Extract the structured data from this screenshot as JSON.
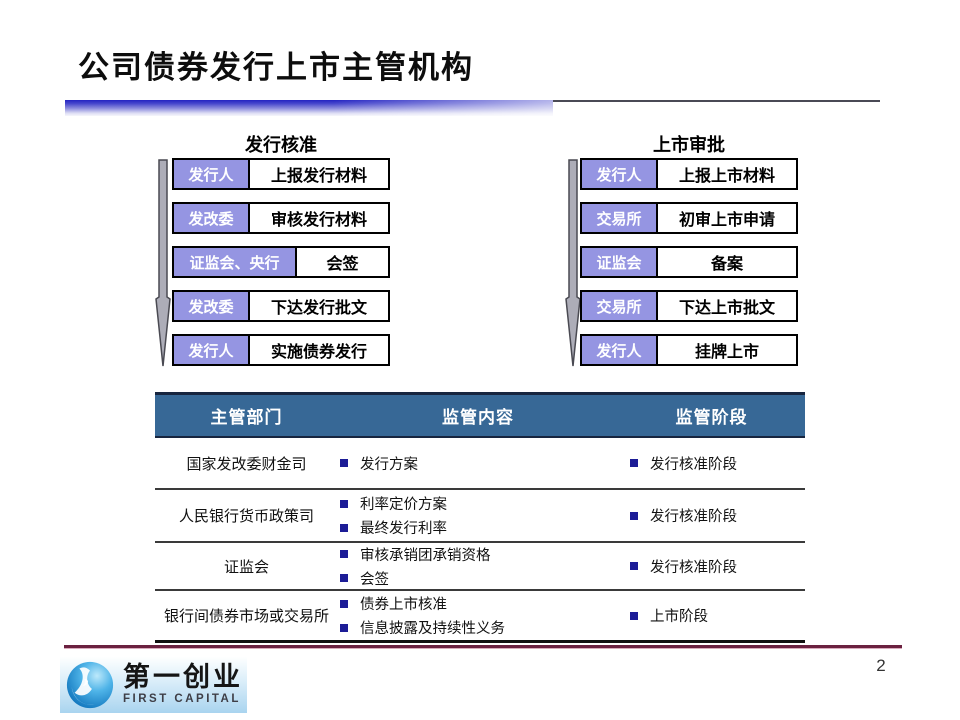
{
  "slide": {
    "title": "公司债券发行上市主管机构",
    "page_number": "2"
  },
  "flow_left": {
    "title": "发行核准",
    "rows": [
      {
        "agency": "发行人",
        "action": "上报发行材料"
      },
      {
        "agency": "发改委",
        "action": "审核发行材料"
      },
      {
        "agency": "证监会、央行",
        "action": "会签"
      },
      {
        "agency": "发改委",
        "action": "下达发行批文"
      },
      {
        "agency": "发行人",
        "action": "实施债券发行"
      }
    ]
  },
  "flow_right": {
    "title": "上市审批",
    "rows": [
      {
        "agency": "发行人",
        "action": "上报上市材料"
      },
      {
        "agency": "交易所",
        "action": "初审上市申请"
      },
      {
        "agency": "证监会",
        "action": "备案"
      },
      {
        "agency": "交易所",
        "action": "下达上市批文"
      },
      {
        "agency": "发行人",
        "action": "挂牌上市"
      }
    ]
  },
  "table": {
    "headers": [
      "主管部门",
      "监管内容",
      "监管阶段"
    ],
    "rows": [
      {
        "department": "国家发改委财金司",
        "contents": [
          "发行方案"
        ],
        "stage": "发行核准阶段"
      },
      {
        "department": "人民银行货币政策司",
        "contents": [
          "利率定价方案",
          "最终发行利率"
        ],
        "stage": "发行核准阶段"
      },
      {
        "department": "证监会",
        "contents": [
          "审核承销团承销资格",
          "会签"
        ],
        "stage": "发行核准阶段"
      },
      {
        "department": "银行间债券市场或交易所",
        "contents": [
          "债券上市核准",
          "信息披露及持续性义务"
        ],
        "stage": "上市阶段"
      }
    ]
  },
  "logo": {
    "name_cn": "第一创业",
    "name_en": "FIRST CAPITAL"
  },
  "colors": {
    "flow_label_purple": "#9595e2",
    "table_header_blue": "#376896",
    "bullet_navy": "#1c1c96",
    "footer_maroon": "#6b2140",
    "title_bar_blue": "#2323c2"
  }
}
